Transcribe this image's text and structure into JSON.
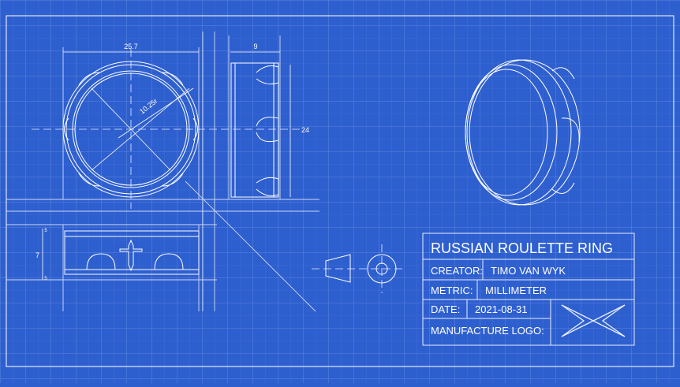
{
  "title_block": {
    "title": "RUSSIAN ROULETTE RING",
    "creator_label": "CREATOR:",
    "creator_value": "TIMO VAN WYK",
    "metric_label": "METRIC:",
    "metric_value": "MILLIMETER",
    "date_label": "DATE:",
    "date_value": "2021-08-31",
    "logo_label": "MANUFACTURE LOGO:"
  },
  "dimensions": {
    "top_width": "25.7",
    "radius": "10.25r",
    "side_width": "9",
    "side_height": "24",
    "front_height": "7",
    "front_small_top": "5",
    "front_small_bottom": "5"
  },
  "colors": {
    "background": "#2e5fcf",
    "line": "#ffffff",
    "grid": "#5a82dc"
  }
}
